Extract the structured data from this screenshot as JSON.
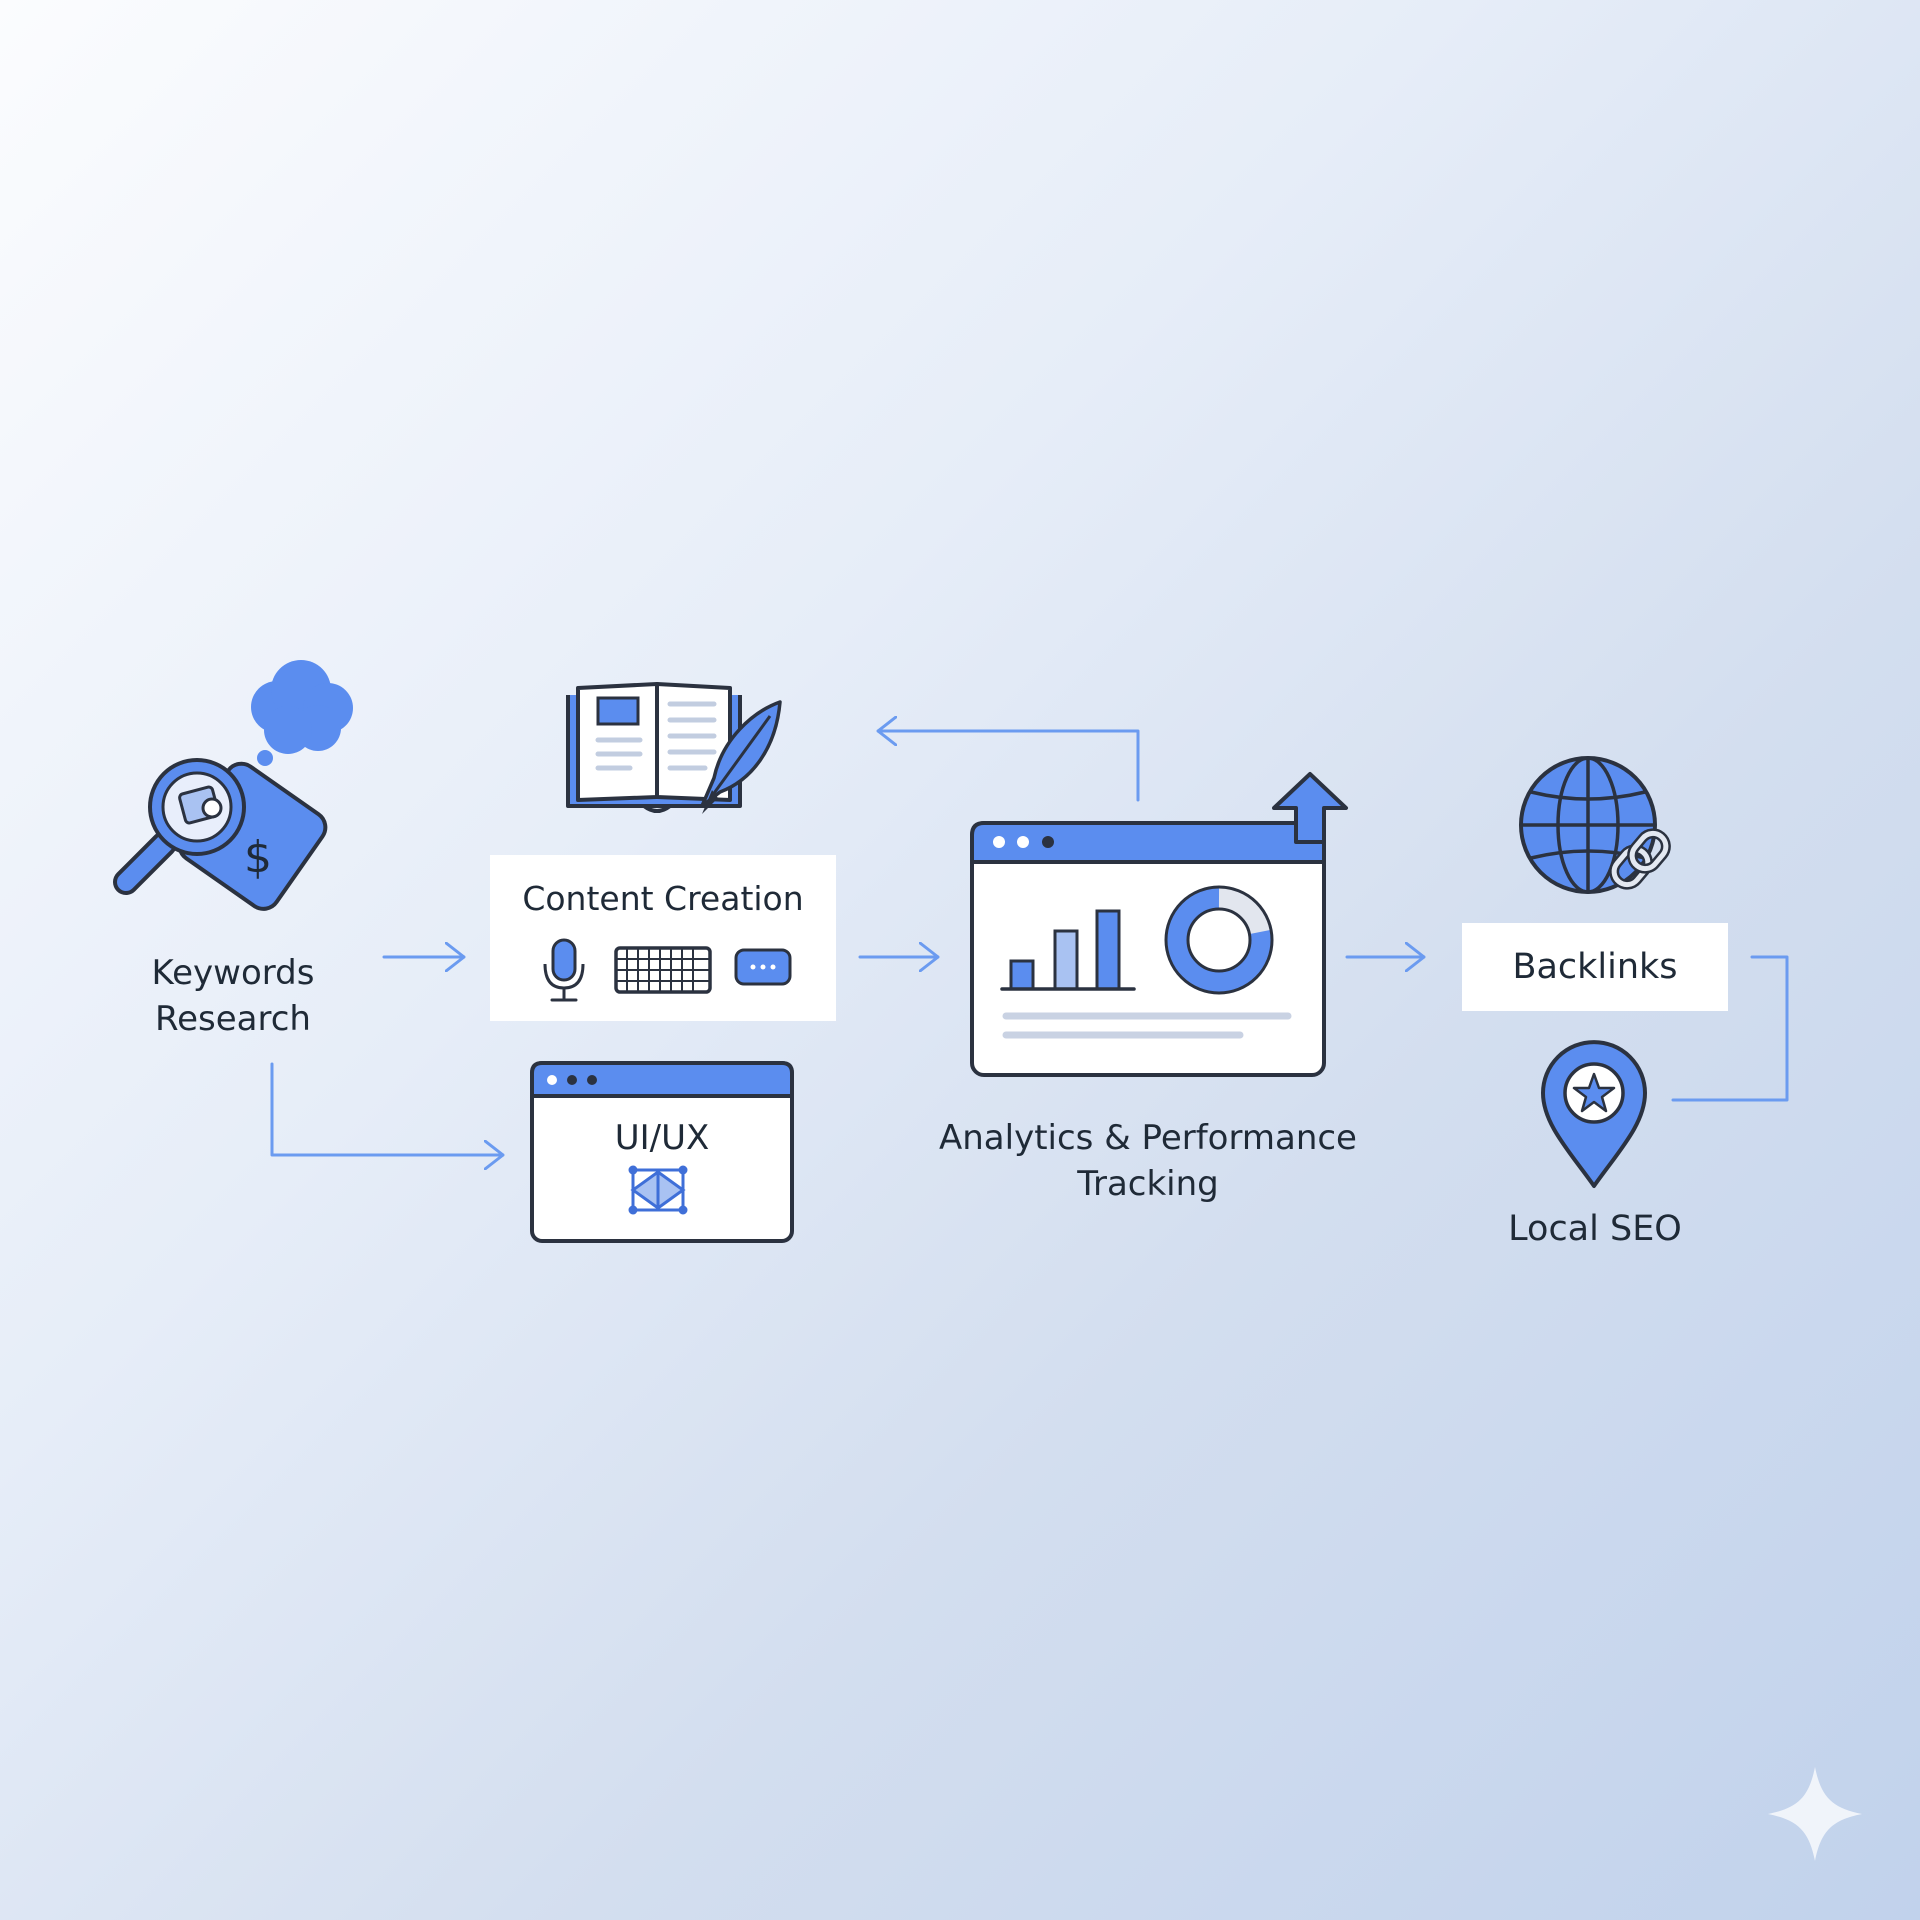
{
  "nodes": {
    "keywords_research": {
      "line1": "Keywords",
      "line2": "Research"
    },
    "content_creation": {
      "label": "Content Creation"
    },
    "ui_ux": {
      "label": "UI/UX"
    },
    "analytics": {
      "line1": "Analytics & Performance",
      "line2": "Tracking"
    },
    "backlinks": {
      "label": "Backlinks"
    },
    "local_seo": {
      "label": "Local SEO"
    }
  },
  "colors": {
    "accent": "#5b8def",
    "accent_dark": "#3f6fd8",
    "connector": "#6b9bf0",
    "outline": "#2b3240",
    "muted_line": "#c9d2e3"
  },
  "icons": [
    "magnifier-price-tag-icon",
    "thought-cloud-icon",
    "open-book-icon",
    "quill-icon",
    "microphone-icon",
    "keyboard-icon",
    "chat-bubble-icon",
    "wireframe-icon",
    "bar-chart-icon",
    "donut-chart-icon",
    "up-arrow-icon",
    "globe-icon",
    "chain-link-icon",
    "location-pin-star-icon",
    "sparkle-icon"
  ]
}
